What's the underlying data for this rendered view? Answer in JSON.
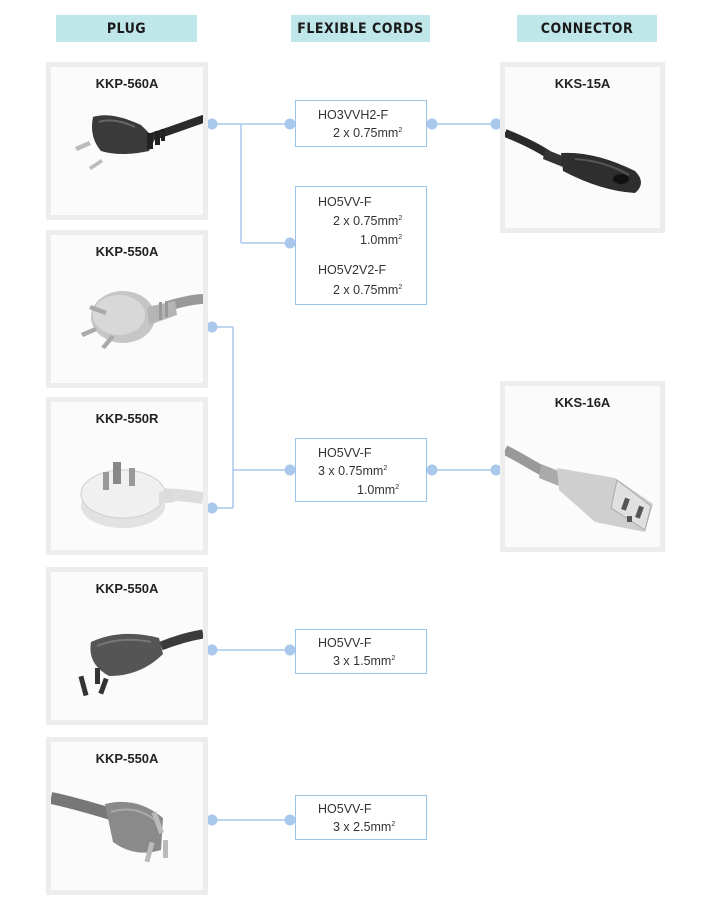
{
  "headers": {
    "plug": "PLUG",
    "cords": "FLEXIBLE CORDS",
    "connector": "CONNECTOR"
  },
  "plugs": [
    "KKP-560A",
    "KKP-550A",
    "KKP-550R",
    "KKP-550A",
    "KKP-550A"
  ],
  "connectors": [
    "KKS-15A",
    "KKS-16A"
  ],
  "cords": [
    {
      "lines": [
        "HO3VVH2-F",
        "2 x 0.75mm"
      ]
    },
    {
      "lines": [
        "HO5VV-F",
        "2 x 0.75mm",
        "1.0mm",
        "HO5V2V2-F",
        "2 x 0.75mm"
      ]
    },
    {
      "lines": [
        "HO5VV-F",
        "3 x 0.75mm",
        "1.0mm"
      ]
    },
    {
      "lines": [
        "HO5VV-F",
        "3 x 1.5mm"
      ]
    },
    {
      "lines": [
        "HO5VV-F",
        "3 x 2.5mm"
      ]
    }
  ],
  "units": {
    "superscript": "2"
  },
  "colors": {
    "header_bg": "#bfe6e8",
    "wire": "#a9c8ec",
    "node": "#a9c8ec",
    "card_frame": "#ededed"
  }
}
